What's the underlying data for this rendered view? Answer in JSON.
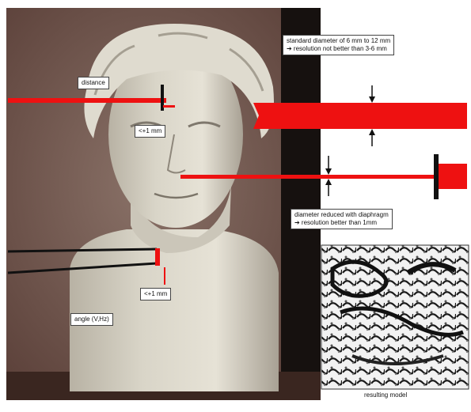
{
  "labels": {
    "distance": "distance",
    "tolerance_top": "<+1 mm",
    "tolerance_bottom": "<+1 mm",
    "angle": "angle (V,Hz)",
    "standard_line1": "standard diameter of 6 mm to 12 mm",
    "standard_line2": "➔ resolution not better than 3-6 mm",
    "reduced_line1": "diameter reduced with diaphragm",
    "reduced_line2": "➔ resolution better than 1mm",
    "resulting_model": "resulting model"
  },
  "colors": {
    "laser": "#ee1111",
    "frame": "#111111",
    "panel": "#ffffff"
  }
}
